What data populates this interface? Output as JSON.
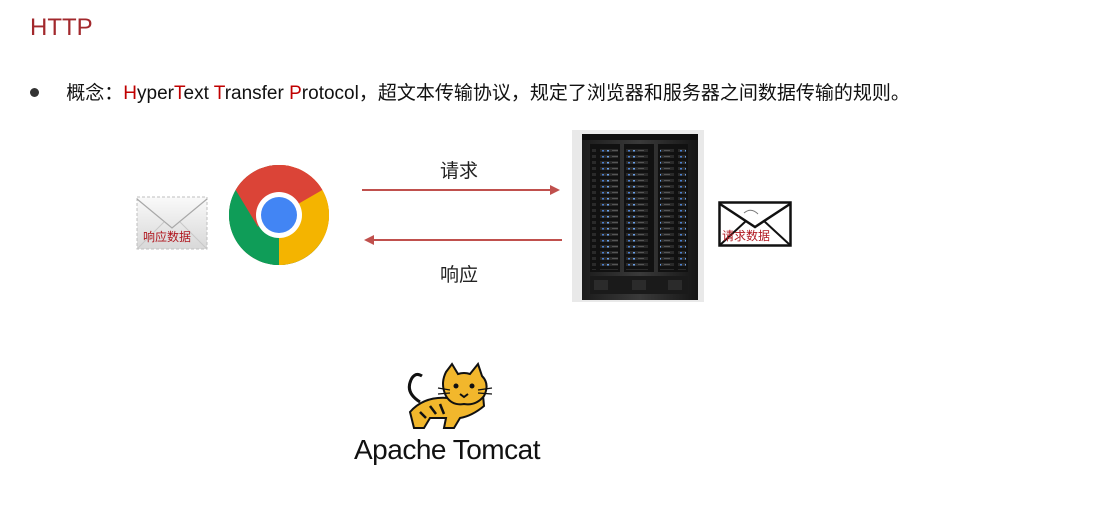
{
  "title": "HTTP",
  "concept": {
    "prefix": "概念：",
    "h_letter": "H",
    "h_rest": "yper",
    "t1_letter": "T",
    "t1_rest": "ext ",
    "t2_letter": "T",
    "t2_rest": "ransfer ",
    "p_letter": "P",
    "p_rest": "rotocol",
    "suffix": "，超文本传输协议，规定了浏览器和服务器之间数据传输的规则。"
  },
  "diagram": {
    "request_label": "请求",
    "response_label": "响应",
    "left_envelope_label": "响应数据",
    "right_envelope_label": "请求数据",
    "arrow_color": "#c0504d"
  },
  "logo": {
    "text": "Apache Tomcat"
  },
  "colors": {
    "title": "#a2282c",
    "accent_letters": "#c00000"
  }
}
